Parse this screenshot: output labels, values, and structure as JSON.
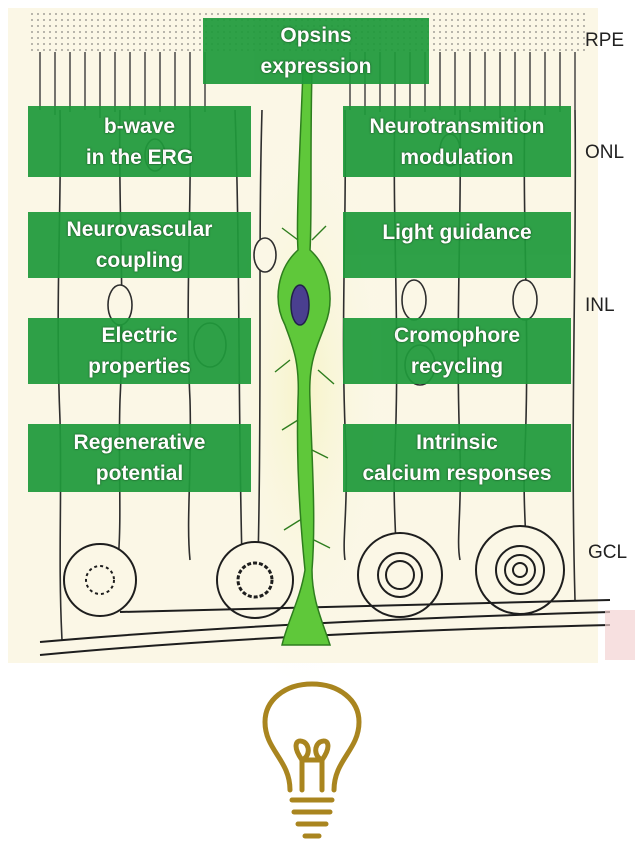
{
  "boxes": {
    "opsins": [
      "Opsins",
      "expression"
    ],
    "bwave": [
      "b-wave",
      "in the ERG"
    ],
    "neurotransmition": [
      "Neurotransmition",
      "modulation"
    ],
    "neurovascular": [
      "Neurovascular",
      "coupling"
    ],
    "light_guidance": [
      "Light guidance"
    ],
    "electric": [
      "Electric",
      "properties"
    ],
    "cromophore": [
      "Cromophore",
      "recycling"
    ],
    "regenerative": [
      "Regenerative",
      "potential"
    ],
    "calcium": [
      "Intrinsic",
      "calcium responses"
    ]
  },
  "layers": {
    "rpe": "RPE",
    "onl": "ONL",
    "inl": "INL",
    "gcl": "GCL"
  },
  "icons": {
    "bulb": "lightbulb-icon"
  },
  "colors": {
    "box_fill": "#1f9a3b",
    "muller_cell": "#5fc83a",
    "bulb": "#a9851f"
  }
}
